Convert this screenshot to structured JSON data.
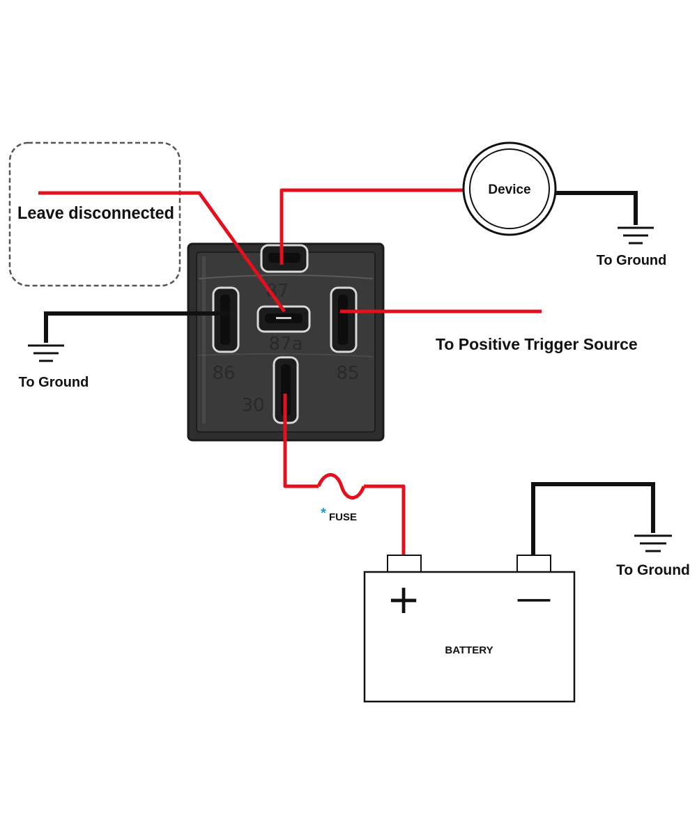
{
  "labels": {
    "leave_disconnected": "Leave disconnected",
    "device": "Device",
    "to_ground_device": "To Ground",
    "to_ground_relay": "To Ground",
    "to_ground_battery": "To Ground",
    "positive_trigger": "To Positive Trigger Source",
    "fuse_asterisk": "*",
    "fuse": "FUSE",
    "battery": "BATTERY",
    "battery_plus": "+",
    "battery_minus": "—"
  },
  "relay_pins": {
    "pin_87": "87",
    "pin_87a": "87a",
    "pin_86": "86",
    "pin_85": "85",
    "pin_30": "30"
  },
  "colors": {
    "positive_wire": "#e3101e",
    "ground_wire": "#111111",
    "relay_body": "#2e2e2e",
    "fuse_asterisk": "#1a9ad6"
  }
}
